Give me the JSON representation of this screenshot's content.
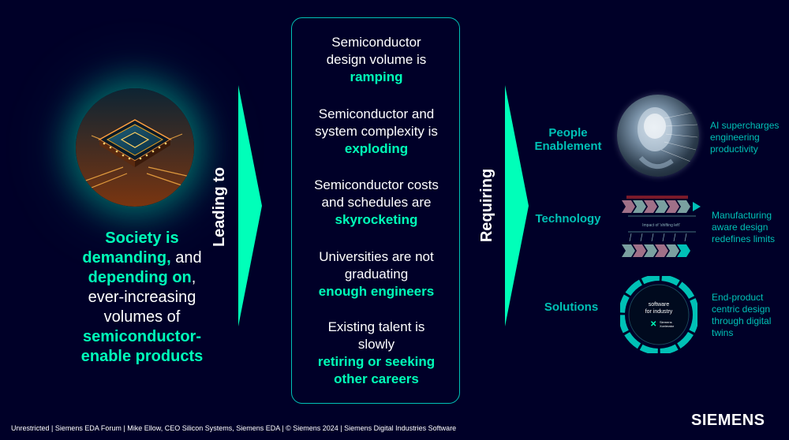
{
  "left": {
    "line1": "Society is",
    "line2a": "demanding,",
    "line2b": " and",
    "line3a": "depending on",
    "line3b": ",",
    "line4": "ever-increasing",
    "line5": "volumes of",
    "line6": "semiconductor-",
    "line7": "enable products"
  },
  "arrow1_label": "Leading to",
  "arrow2_label": "Requiring",
  "middle": [
    {
      "lead": "Semiconductor design volume is",
      "accent": "ramping"
    },
    {
      "lead": "Semiconductor and system complexity is",
      "accent": "exploding"
    },
    {
      "lead": "Semiconductor costs and schedules are",
      "accent": "skyrocketing"
    },
    {
      "lead": "Universities are not graduating",
      "accent": "enough engineers"
    },
    {
      "lead": "Existing talent is slowly",
      "accent": "retiring or seeking other careers"
    }
  ],
  "requirements": [
    {
      "label_l1": "People",
      "label_l2": "Enablement",
      "desc": [
        "AI supercharges",
        "engineering",
        "productivity"
      ]
    },
    {
      "label_l1": "Technology",
      "label_l2": "",
      "desc": [
        "Manufacturing",
        "aware design",
        "redefines limits"
      ],
      "diagram_text": "Impact of 'shifting left'"
    },
    {
      "label_l1": "Solutions",
      "label_l2": "",
      "desc": [
        "End-product",
        "centric design",
        "through digital",
        "twins"
      ],
      "wheel_l1": "software",
      "wheel_l2": "for industry",
      "wheel_brand_l1": "Siemens",
      "wheel_brand_l2": "Xcelerator"
    }
  ],
  "footer": "Unrestricted | Siemens EDA Forum | Mike Ellow, CEO Silicon Systems, Siemens EDA | © Siemens 2024 | Siemens Digital Industries Software",
  "brand": "SIEMENS",
  "colors": {
    "background": "#000028",
    "accent": "#00ffb9",
    "teal": "#00c1b6"
  }
}
